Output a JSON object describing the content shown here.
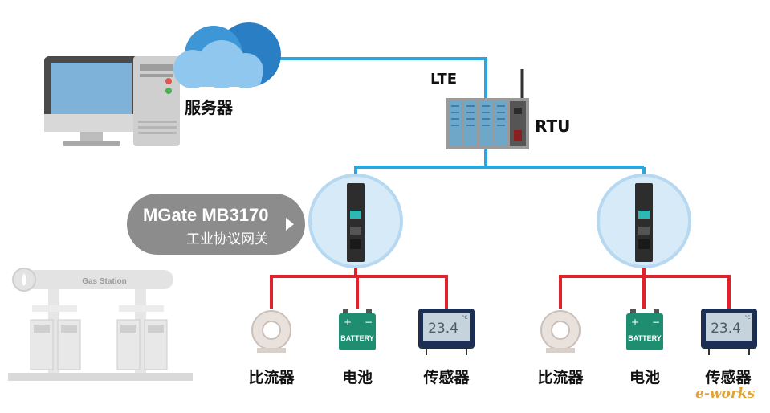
{
  "network": {
    "server_label": "服务器",
    "lte_label": "LTE",
    "rtu_label": "RTU"
  },
  "gateway": {
    "title": "MGate MB3170",
    "subtitle": "工业协议网关"
  },
  "station": {
    "sign": "Gas Station"
  },
  "devices": {
    "left": [
      {
        "label": "比流器",
        "icon": "current-transformer-icon"
      },
      {
        "label": "电池",
        "icon": "battery-icon"
      },
      {
        "label": "传感器",
        "icon": "sensor-display-icon"
      }
    ],
    "right": [
      {
        "label": "比流器",
        "icon": "current-transformer-icon"
      },
      {
        "label": "电池",
        "icon": "battery-icon"
      },
      {
        "label": "传感器",
        "icon": "sensor-display-icon"
      }
    ]
  },
  "battery": {
    "label": "BATTERY",
    "plus": "+",
    "minus": "−"
  },
  "sensor": {
    "value": "23.4",
    "unit": "°C"
  },
  "watermark": "e-works",
  "colors": {
    "link_blue": "#2aa7df",
    "link_red": "#e0232b",
    "badge_gray": "#8c8c8c"
  }
}
